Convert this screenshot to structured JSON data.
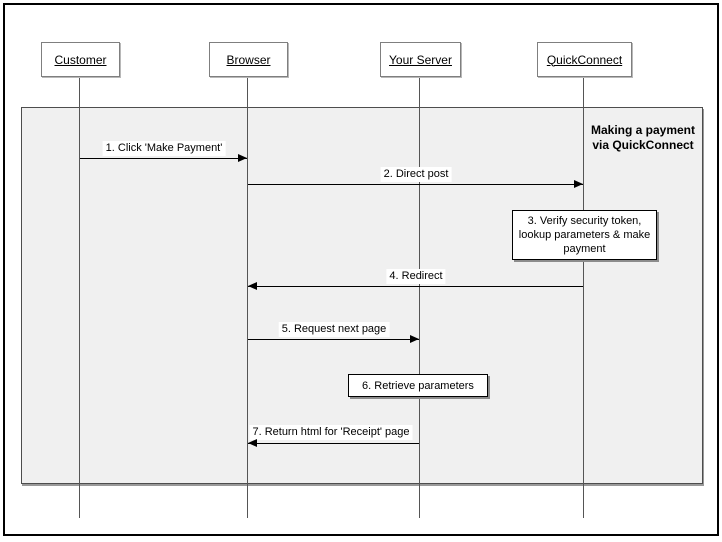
{
  "diagram": {
    "type": "sequence-diagram",
    "title": {
      "line1": "Making a payment",
      "line2": "via QuickConnect"
    },
    "actors": [
      {
        "name": "Customer"
      },
      {
        "name": "Browser"
      },
      {
        "name": "Your Server"
      },
      {
        "name": "QuickConnect"
      }
    ],
    "messages": [
      {
        "label": "1. Click 'Make Payment'",
        "from": "Customer",
        "to": "Browser",
        "direction": "right"
      },
      {
        "label": "2. Direct post",
        "from": "Browser",
        "to": "QuickConnect",
        "direction": "right"
      },
      {
        "label": "4. Redirect",
        "from": "QuickConnect",
        "to": "Browser",
        "direction": "left"
      },
      {
        "label": "5. Request next page",
        "from": "Browser",
        "to": "Your Server",
        "direction": "right"
      },
      {
        "label": "7. Return html for 'Receipt' page",
        "from": "Your Server",
        "to": "Browser",
        "direction": "left"
      }
    ],
    "notes": [
      {
        "label": "3. Verify security token, lookup parameters & make payment",
        "on": "QuickConnect"
      },
      {
        "label": "6. Retrieve parameters",
        "on": "Your Server"
      }
    ],
    "colors": {
      "interaction_fill": "#f0f0f0",
      "line": "#000000",
      "lifeline": "#555555",
      "actor_border": "#7f7f7f"
    }
  }
}
